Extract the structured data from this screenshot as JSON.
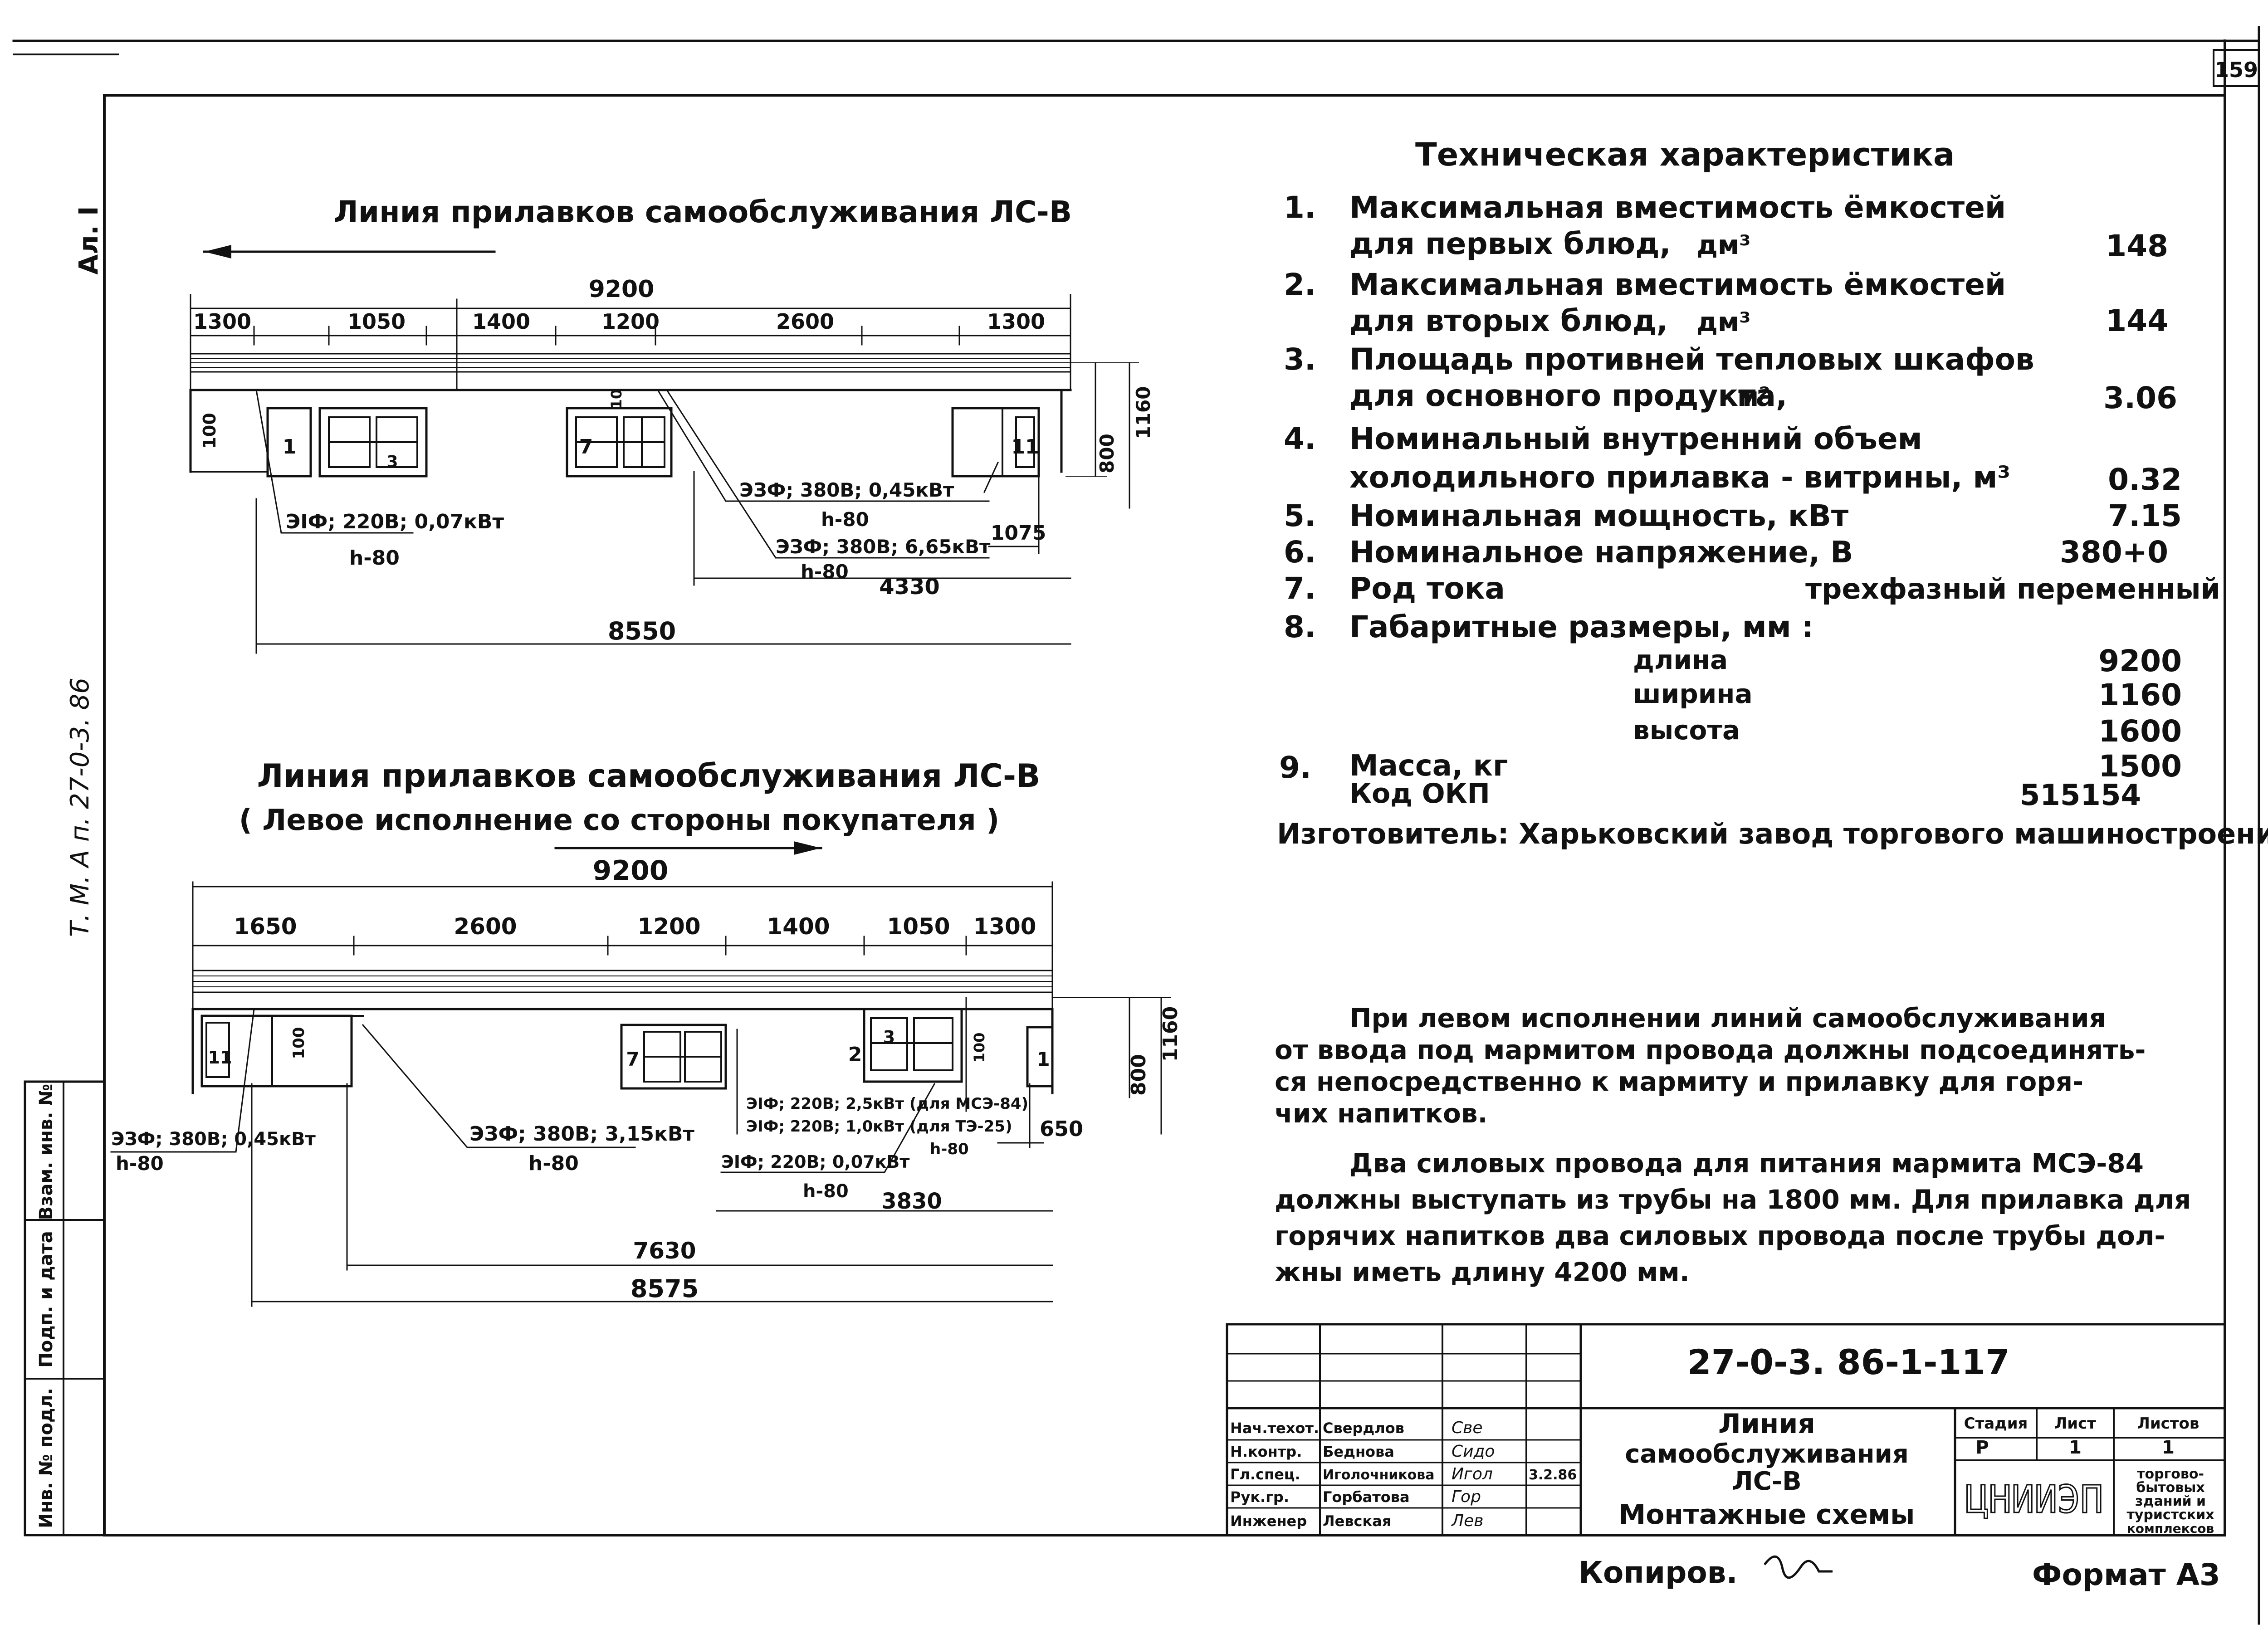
{
  "sheet_number": "159",
  "side_tag": "Ал. I",
  "side_stamp": "Т. М. А  п. 27-0-3. 86",
  "side_box": [
    "Инв. № подл.",
    "Подп. и дата",
    "Взам. инв. №"
  ],
  "plan_top": {
    "title": "Линия прилавков самообслуживания ЛС-В",
    "total_width": "9200",
    "segments": [
      "1300",
      "1050",
      "1400",
      "1200",
      "2600",
      "1300"
    ],
    "height_outer": "1160",
    "height_inner": "800",
    "depth_100": "100",
    "module_labels": [
      "1",
      "3",
      "7",
      "10",
      "11"
    ],
    "note_220": "ЭIФ; 220В; 0,07кВт",
    "note_220_h": "h-80",
    "note_380a": "ЭЗФ; 380В; 0,45кВт",
    "note_380a_h": "h-80",
    "note_380b": "ЭЗФ; 380В; 6,65кВт",
    "note_380b_h": "h-80",
    "dim_1075": "1075",
    "dim_4330": "4330",
    "dim_8550": "8550"
  },
  "plan_bottom": {
    "title_line1": "Линия прилавков самообслуживания ЛС-В",
    "title_line2": "( Левое исполнение со стороны покупателя )",
    "total_width": "9200",
    "segments": [
      "1650",
      "2600",
      "1200",
      "1400",
      "1050",
      "1300"
    ],
    "height_outer": "1160",
    "height_inner": "800",
    "depth_100a": "100",
    "depth_100b": "100",
    "module_labels": [
      "11",
      "7",
      "2",
      "3",
      "1"
    ],
    "note_left": "ЭЗФ; 380В; 0,45кВт",
    "note_left_h": "h-80",
    "note_mid": "ЭЗФ; 380В; 3,15кВт",
    "note_mid_h": "h-80",
    "note_r1": "ЭIФ; 220В; 2,5кВт (для МСЭ-84)",
    "note_r2": "ЭIФ; 220В; 1,0кВт (для ТЭ-25)",
    "note_r2_h": "h-80",
    "note_r3": "ЭIФ; 220В; 0,07кВт",
    "note_r3_h": "h-80",
    "dim_650": "650",
    "dim_3830": "3830",
    "dim_7630": "7630",
    "dim_8575": "8575"
  },
  "spec": {
    "title": "Техническая характеристика",
    "items": [
      {
        "num": "1.",
        "l1": "Максимальная вместимость ёмкостей",
        "l2": "для первых блюд,",
        "unit": "дм³",
        "value": "148"
      },
      {
        "num": "2.",
        "l1": "Максимальная вместимость ёмкостей",
        "l2": "для вторых блюд,",
        "unit": "дм³",
        "value": "144"
      },
      {
        "num": "3.",
        "l1": "Площадь противней тепловых шкафов",
        "l2": "для основного продукта,",
        "unit": "м²",
        "value": "3.06"
      },
      {
        "num": "4.",
        "l1": "Номинальный внутренний объем",
        "l2": "холодильного прилавка - витрины, м³",
        "unit": "",
        "value": "0.32"
      },
      {
        "num": "5.",
        "l1": "Номинальная мощность, кВт",
        "l2": "",
        "unit": "",
        "value": "7.15"
      },
      {
        "num": "6.",
        "l1": "Номинальное напряжение, В",
        "l2": "",
        "unit": "",
        "value": "380+0"
      },
      {
        "num": "7.",
        "l1": "Род тока",
        "l2": "",
        "unit": "",
        "value": "трехфазный переменный"
      },
      {
        "num": "8.",
        "l1": "Габаритные размеры, мм :",
        "l2": "",
        "unit": "",
        "value": ""
      }
    ],
    "dims": [
      {
        "label": "длина",
        "value": "9200"
      },
      {
        "label": "ширина",
        "value": "1160"
      },
      {
        "label": "высота",
        "value": "1600"
      }
    ],
    "mass_num": "9.",
    "mass_label": "Масса, кг",
    "mass_value": "1500",
    "okp_label": "Код ОКП",
    "okp_value": "515154",
    "maker": "Изготовитель: Харьковский завод торгового машиностроения"
  },
  "notes": {
    "p1": [
      "При левом исполнении линий самообслуживания",
      "от ввода под мармитом провода должны подсоединять-",
      "ся непосредственно к мармиту и прилавку для горя-",
      "чих напитков."
    ],
    "p2": [
      "Два силовых провода для питания мармита МСЭ-84",
      "должны выступать из трубы на 1800 мм. Для прилавка для",
      "горячих напитков два силовых провода после трубы дол-",
      "жны иметь длину 4200 мм."
    ]
  },
  "title_block": {
    "doc_code": "27-0-3. 86-1-117",
    "roles": [
      {
        "role": "Нач.техот.",
        "name": "Свердлов",
        "sign": "Све"
      },
      {
        "role": "Н.контр.",
        "name": "Беднова",
        "sign": "Сидо"
      },
      {
        "role": "Гл.спец.",
        "name": "Иголочникова",
        "sign": "Игол"
      },
      {
        "role": "Рук.гр.",
        "name": "Горбатова",
        "sign": "Гор"
      },
      {
        "role": "Инженер",
        "name": "Левская",
        "sign": "Лев"
      }
    ],
    "date": "3.2.86",
    "doc_title": [
      "Линия",
      "самообслуживания",
      "ЛС-В",
      "Монтажные схемы"
    ],
    "stage_label": "Стадия",
    "sheet_label": "Лист",
    "sheets_label": "Листов",
    "stage_value": "Р",
    "sheet_value": "1",
    "sheets_value": "1",
    "org_logo": "ЦНИИЭП",
    "org_text": [
      "торгово-",
      "бытовых",
      "зданий и",
      "туристских",
      "комплексов"
    ]
  },
  "copied_label": "Копиров.",
  "format_label": "Формат А3"
}
